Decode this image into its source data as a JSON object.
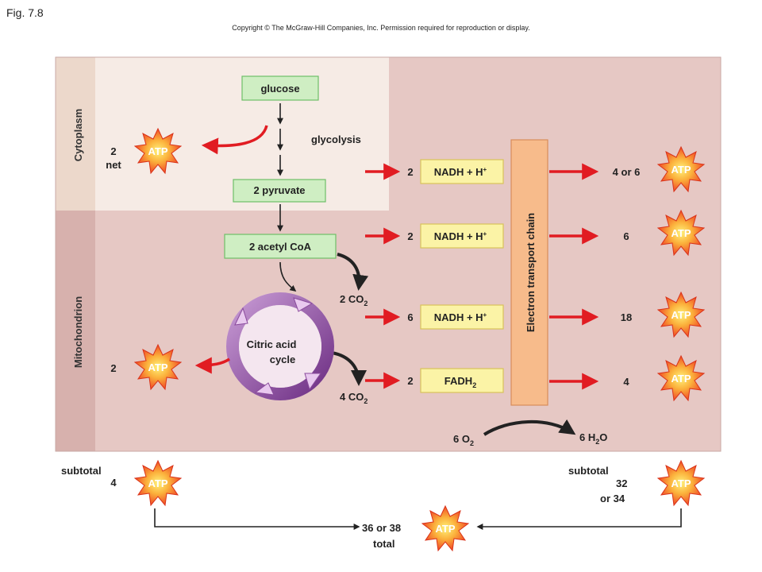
{
  "header": {
    "fig_label": "Fig. 7.8",
    "copyright": "Copyright © The McGraw-Hill Companies, Inc. Permission required for reproduction or display."
  },
  "regions": {
    "cytoplasm": "Cytoplasm",
    "mitochondrion": "Mitochondrion"
  },
  "boxes": {
    "glucose": "glucose",
    "pyruvate": "2 pyruvate",
    "acetyl_coa": "2 acetyl CoA",
    "citric_line1": "Citric acid",
    "citric_line2": "cycle",
    "etc": "Electron transport chain"
  },
  "labels": {
    "glycolysis": "glycolysis",
    "co2_a": "2 CO",
    "co2_b": "4 CO",
    "o2": "6 O",
    "h2o_a": "6 H",
    "h2o_b": "O",
    "sub2": "2"
  },
  "left_atp": {
    "glycolysis_count": "2",
    "glycolysis_net": "net",
    "cycle_count": "2"
  },
  "carriers": [
    {
      "count": "2",
      "name": "NADH + H",
      "sup": "+",
      "yield": "4 or 6"
    },
    {
      "count": "2",
      "name": "NADH + H",
      "sup": "+",
      "yield": "6"
    },
    {
      "count": "6",
      "name": "NADH + H",
      "sup": "+",
      "yield": "18"
    },
    {
      "count": "2",
      "name": "FADH",
      "sub": "2",
      "yield": "4"
    }
  ],
  "totals": {
    "left_subtotal": "subtotal",
    "left_value": "4",
    "right_subtotal": "subtotal",
    "right_value_1": "32",
    "right_value_2": "or 34",
    "total_value": "36 or 38",
    "total_label": "total"
  },
  "atp_label": "ATP",
  "colors": {
    "cytoplasm_bg": "#f6ebe5",
    "mito_bg": "#e6c8c4",
    "sidebar_cyto": "#ecd8cb",
    "sidebar_mito": "#d7b1ad",
    "green_box": "#cfeec3",
    "yellow_box": "#fbf3a6",
    "etc_fill": "#f7bb8b",
    "arrow_red": "#e11c22",
    "atp_star": "#f26b1d",
    "cycle_purple": "#8a4b9c"
  }
}
